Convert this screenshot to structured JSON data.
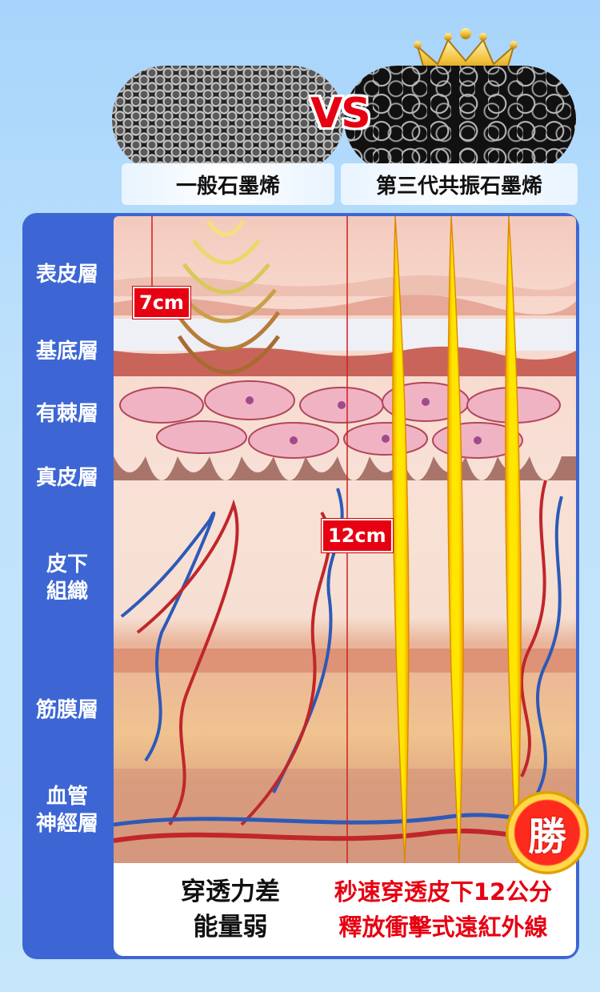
{
  "header": {
    "vs_text": "VS",
    "left_label": "一般石墨烯",
    "right_label": "第三代共振石墨烯"
  },
  "layers": [
    {
      "label": "表皮層"
    },
    {
      "label": "基底層"
    },
    {
      "label": "有棘層"
    },
    {
      "label": "真皮層"
    },
    {
      "label": "皮下\n組織"
    },
    {
      "label": "筋膜層"
    },
    {
      "label": "血管\n神經層"
    }
  ],
  "depth_tags": {
    "left": "7cm",
    "right": "12cm"
  },
  "bottom": {
    "left_line1": "穿透力差",
    "left_line2": "能量弱",
    "right_line1": "秒速穿透皮下12公分",
    "right_line2": "釋放衝擊式遠紅外線"
  },
  "badge": "勝",
  "colors": {
    "panel": "#3d66d4",
    "accent_red": "#e60012",
    "beam_yellow": "#ffe600"
  }
}
